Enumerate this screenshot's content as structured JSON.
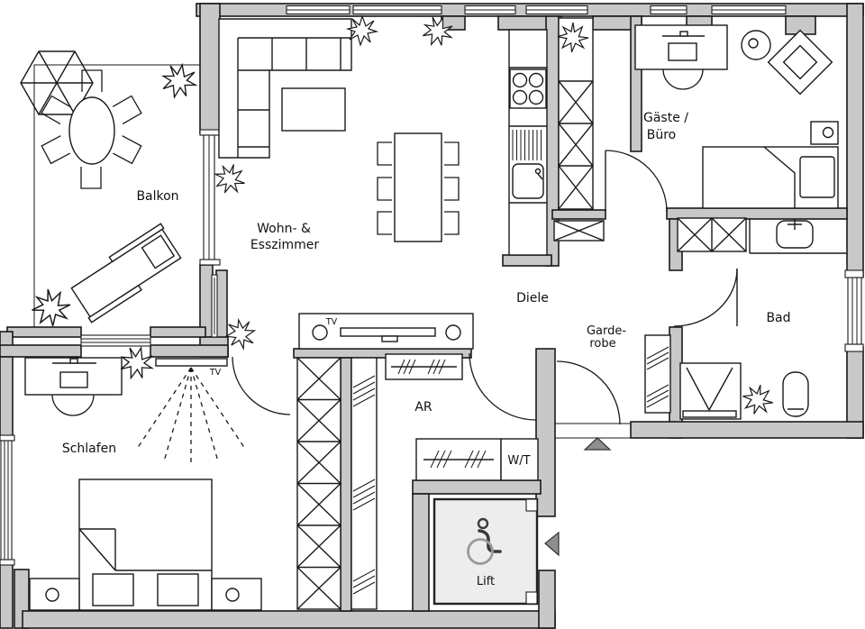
{
  "plan": {
    "type": "apartment-floor-plan",
    "colors": {
      "background": "#ffffff",
      "line": "#1a1a1a",
      "wall_fill": "#c8c8c8",
      "lift_car_fill": "#ededed",
      "direction_arrow_fill": "#8f8f8f"
    },
    "icons": {
      "lift_occupant": "wheelchair-icon",
      "entry_direction": "triangle-up-arrow",
      "lift_entry_direction": "triangle-left-arrow",
      "plants": "star-plant-icon"
    }
  },
  "rooms": {
    "balkon": {
      "label": "Balkon"
    },
    "wohn_esszimmer": {
      "line1": "Wohn- &",
      "line2": "Esszimmer"
    },
    "gaeste_buero": {
      "line1": "Gäste /",
      "line2": "Büro"
    },
    "diele": {
      "label": "Diele"
    },
    "garderobe": {
      "line1": "Garde-",
      "line2": "robe"
    },
    "bad": {
      "label": "Bad"
    },
    "schlafen": {
      "label": "Schlafen"
    },
    "abstellraum": {
      "label": "AR"
    },
    "waschtrockner": {
      "label": "W/T"
    },
    "lift": {
      "label": "Lift"
    }
  },
  "devices": {
    "tv_living": {
      "label": "TV"
    },
    "tv_bedroom": {
      "label": "TV"
    }
  }
}
